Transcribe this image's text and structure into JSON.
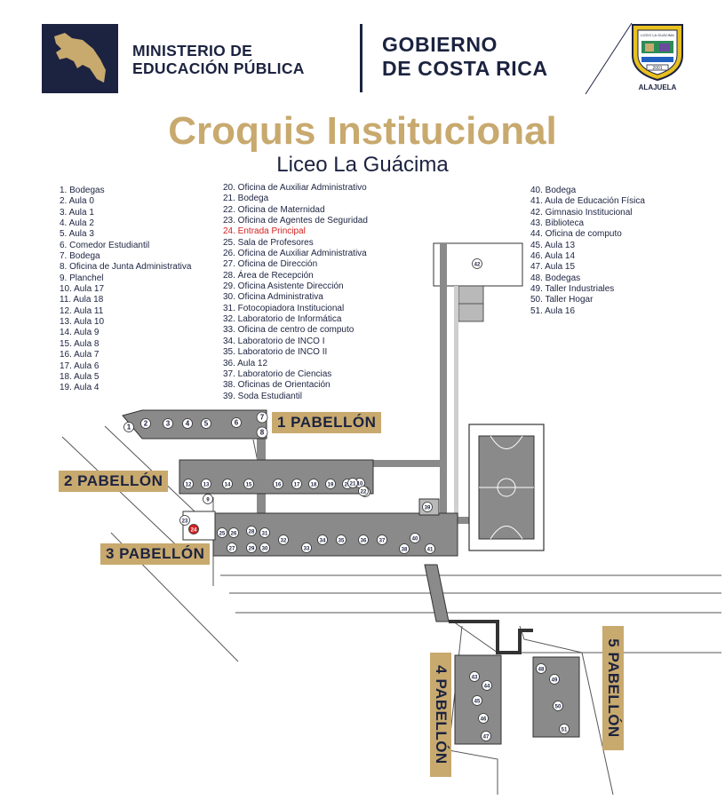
{
  "header": {
    "ministry_line1": "MINISTERIO DE",
    "ministry_line2": "EDUCACIÓN PÚBLICA",
    "gov_line1": "GOBIERNO",
    "gov_line2": "DE COSTA RICA",
    "crest_text": "LICEO LA GUÁCIMA",
    "crest_year": "2001",
    "crest_city": "ALAJUELA"
  },
  "title": "Croquis Institucional",
  "school": "Liceo La Guácima",
  "legend_col1": [
    "1. Bodegas",
    "2. Aula 0",
    "3. Aula 1",
    "4. Aula 2",
    "5. Aula 3",
    "6. Comedor Estudiantil",
    "7. Bodega",
    "8. Oficina de Junta Administrativa",
    "9. Planchel",
    "10. Aula 17",
    "11. Aula 18",
    "12. Aula 11",
    "13. Aula 10",
    "14. Aula 9",
    "15. Aula 8",
    "16. Aula 7",
    "17. Aula 6",
    "18. Aula 5",
    "19. Aula 4"
  ],
  "legend_col2": [
    "20. Oficina de Auxiliar Administrativo",
    "21. Bodega",
    "22. Oficina de Maternidad",
    "23. Oficina de Agentes de Seguridad",
    "24. Entrada Principal",
    "25. Sala de Profesores",
    "26. Oficina de Auxiliar Administrativa",
    "27. Oficina de Dirección",
    "28. Área de Recepción",
    "29. Oficina Asistente Dirección",
    "30. Oficina Administrativa",
    "31. Fotocopiadora Institucional",
    "32. Laboratorio de Informática",
    "33. Oficina de centro de computo",
    "34. Laboratorio de INCO I",
    "35. Laboratorio de INCO II",
    "36. Aula 12",
    "37. Laboratorio de Ciencias",
    "38. Oficinas de Orientación",
    "39. Soda Estudiantil"
  ],
  "legend_col3": [
    "40. Bodega",
    "41. Aula de Educación Física",
    "42. Gimnasio Institucional",
    "43. Biblioteca",
    "44. Oficina de computo",
    "45. Aula 13",
    "46. Aula 14",
    "47. Aula 15",
    "48. Bodegas",
    "49. Taller Industriales",
    "50. Taller Hogar",
    "51. Aula 16"
  ],
  "pavilions": {
    "p1": "1 PABELLÓN",
    "p2": "2 PABELLÓN",
    "p3": "3 PABELLÓN",
    "p4": "4 PABELLÓN",
    "p5": "5 PABELLÓN"
  },
  "colors": {
    "navy": "#1c2340",
    "gold": "#c8a96e",
    "building": "#8a8a8a",
    "room": "#b9b9b9",
    "highlight": "#d42020"
  }
}
